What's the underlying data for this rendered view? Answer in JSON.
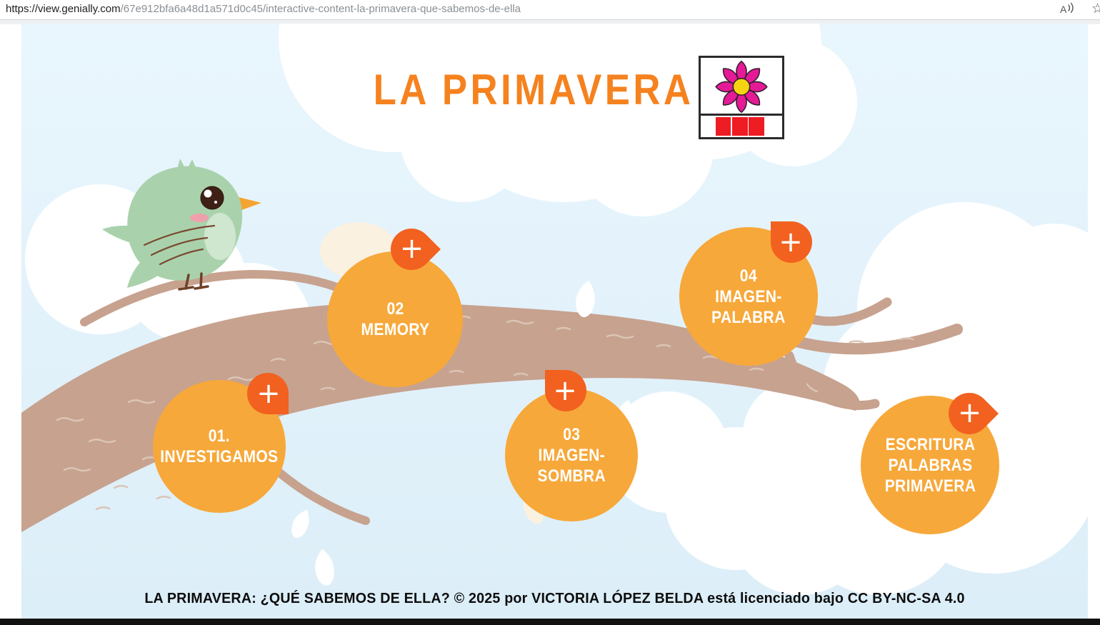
{
  "browser": {
    "url_domain": "https://view.genially.com",
    "url_path": "/67e912bfa6a48d1a571d0c45/interactive-content-la-primavera-que-sabemos-de-ella"
  },
  "header": {
    "title": "LA PRIMAVERA",
    "pictogram": "spring flower pictogram"
  },
  "ui": {
    "plus": "+"
  },
  "topics": [
    {
      "label": "01.\nINVESTIGAMOS"
    },
    {
      "label": "02\nMEMORY"
    },
    {
      "label": "03\nIMAGEN-\nSOMBRA"
    },
    {
      "label": "04\nIMAGEN-\nPALABRA"
    },
    {
      "label": "ESCRITURA\nPALABRAS\nPRIMAVERA"
    }
  ],
  "footer": {
    "license": "LA PRIMAVERA: ¿QUÉ SABEMOS DE ELLA? © 2025 por VICTORIA LÓPEZ BELDA está licenciado bajo CC BY-NC-SA 4.0"
  },
  "colors": {
    "sky": "#e4f3fb",
    "cloud_white": "#ffffff",
    "cloud_cream": "#faf1e1",
    "circle_orange": "#f7a83a",
    "badge_orange": "#f2611f",
    "title_orange": "#f5821f",
    "branch_brown": "#c7a28f",
    "branch_lines": "#dbc5b5",
    "bird_green": "#a9d2ac",
    "flower_pink": "#e51a96",
    "flower_center": "#f6d412",
    "pictogram_red": "#ee1c23",
    "footer_text": "#0d0d0d"
  }
}
